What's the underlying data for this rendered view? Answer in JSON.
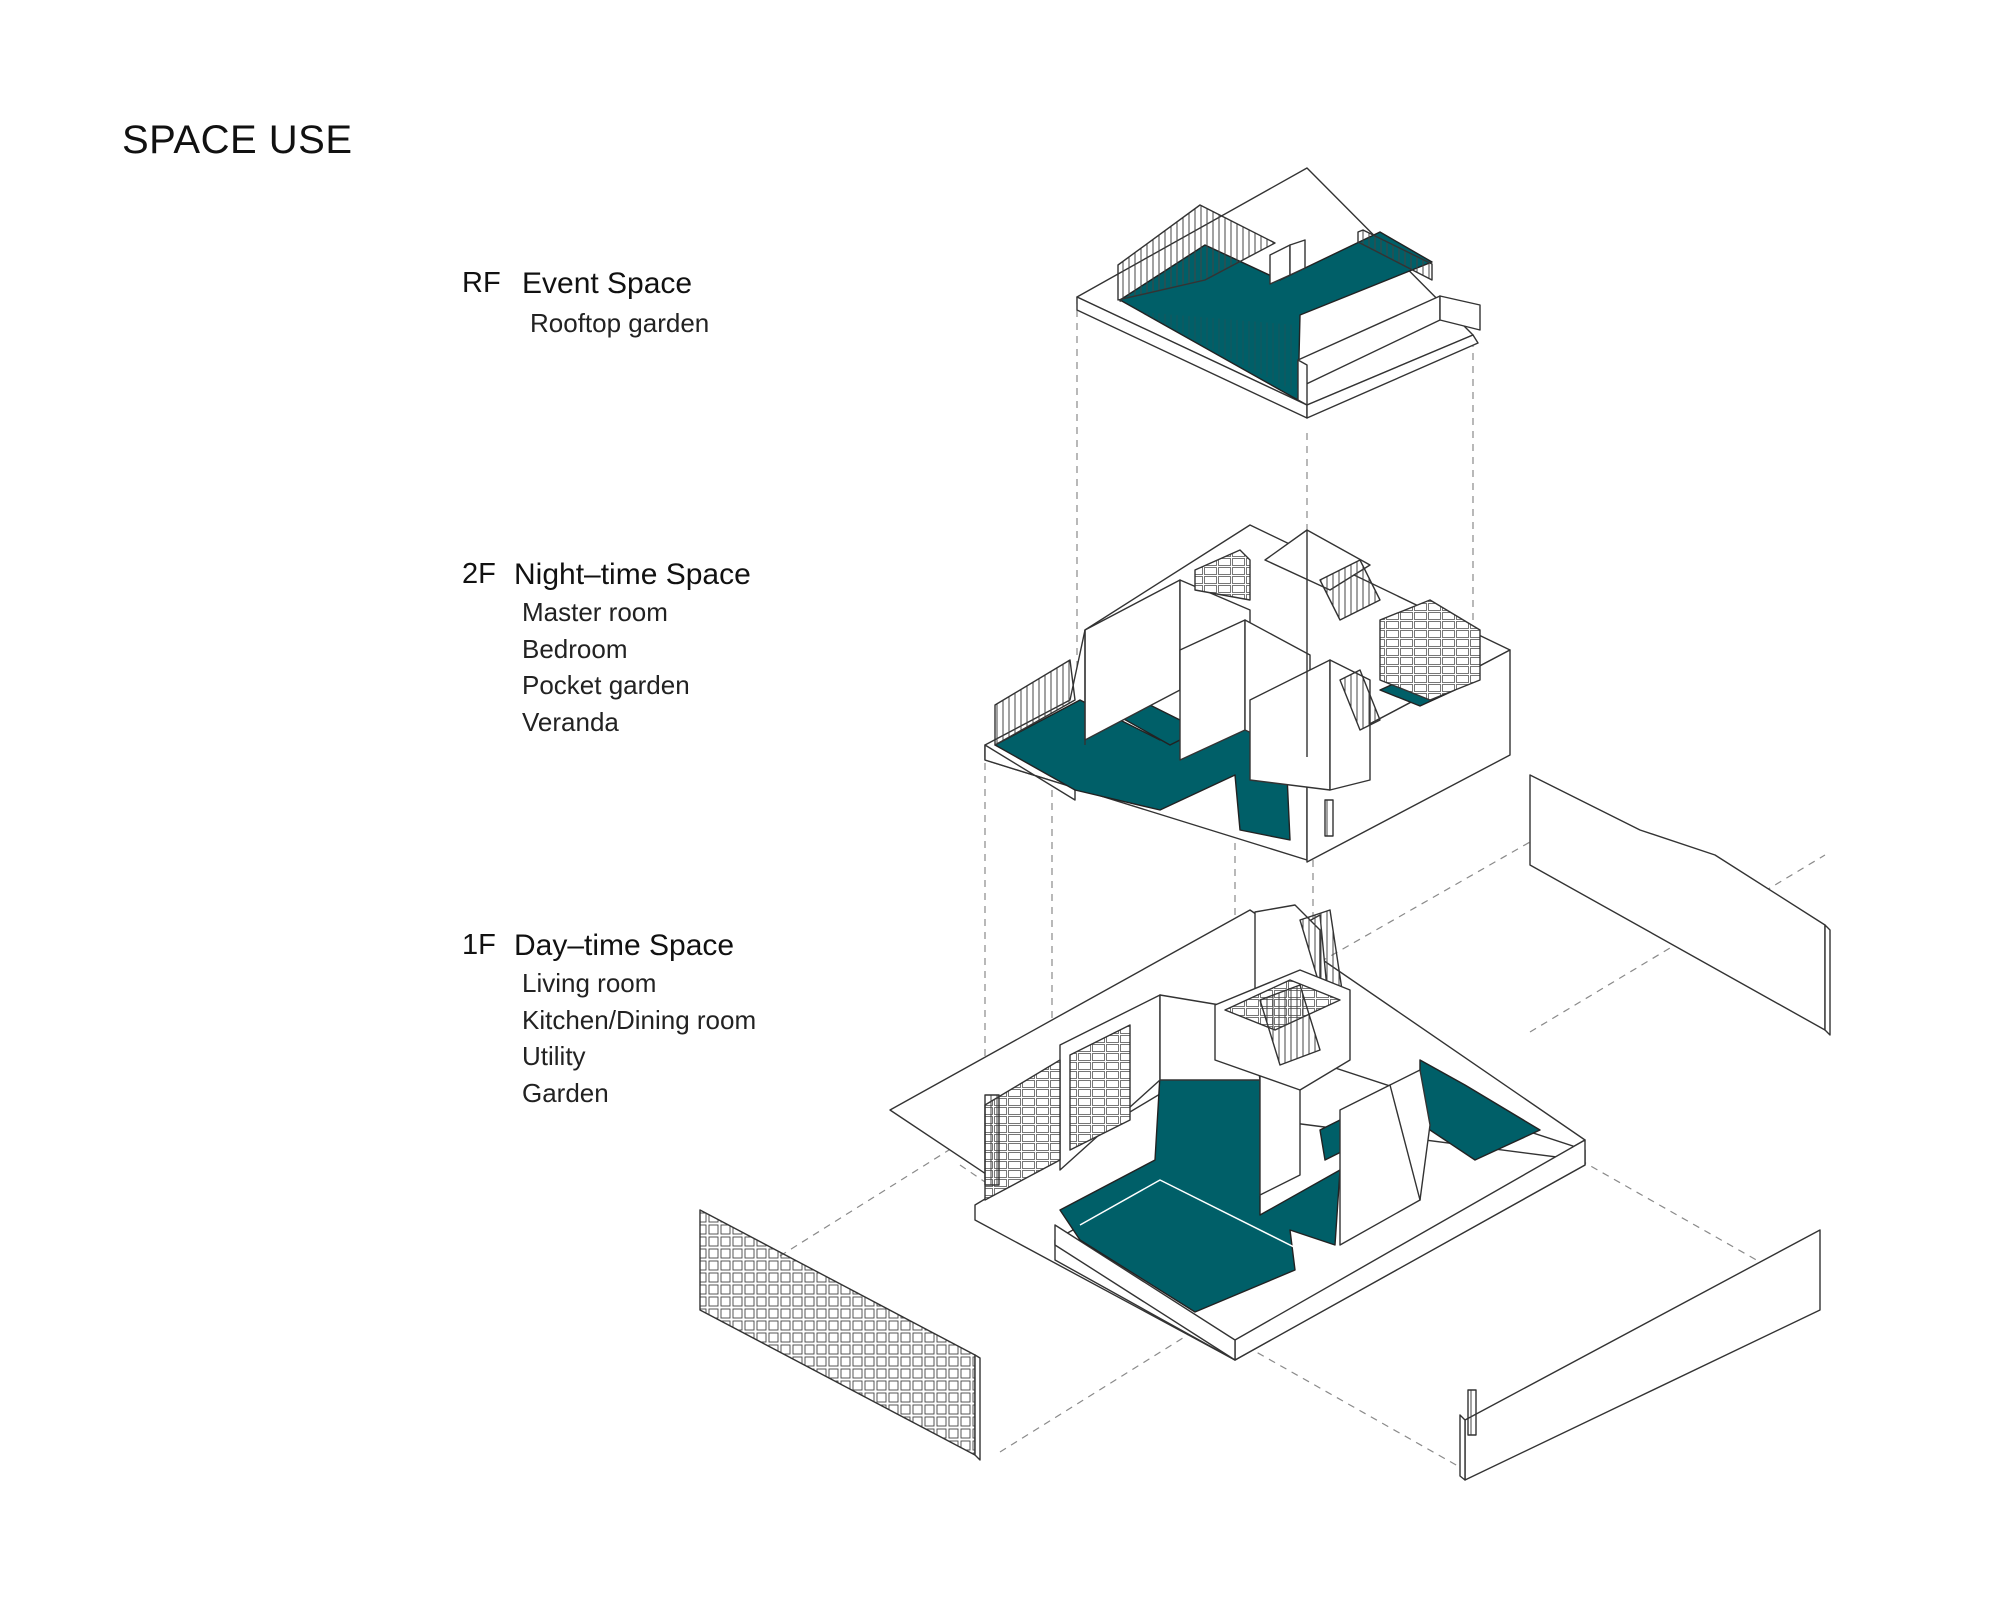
{
  "title": "SPACE USE",
  "colors": {
    "accent": "#005f68",
    "line": "#333333",
    "dash": "#8a8a8a"
  },
  "levels": [
    {
      "code": "RF",
      "heading": "Event Space",
      "items": [
        "Rooftop garden"
      ]
    },
    {
      "code": "2F",
      "heading": "Night–time Space",
      "items": [
        "Master room",
        "Bedroom",
        "Pocket garden",
        "Veranda"
      ]
    },
    {
      "code": "1F",
      "heading": "Day–time Space",
      "items": [
        "Living room",
        "Kitchen/Dining room",
        "Utility",
        "Garden"
      ]
    }
  ]
}
